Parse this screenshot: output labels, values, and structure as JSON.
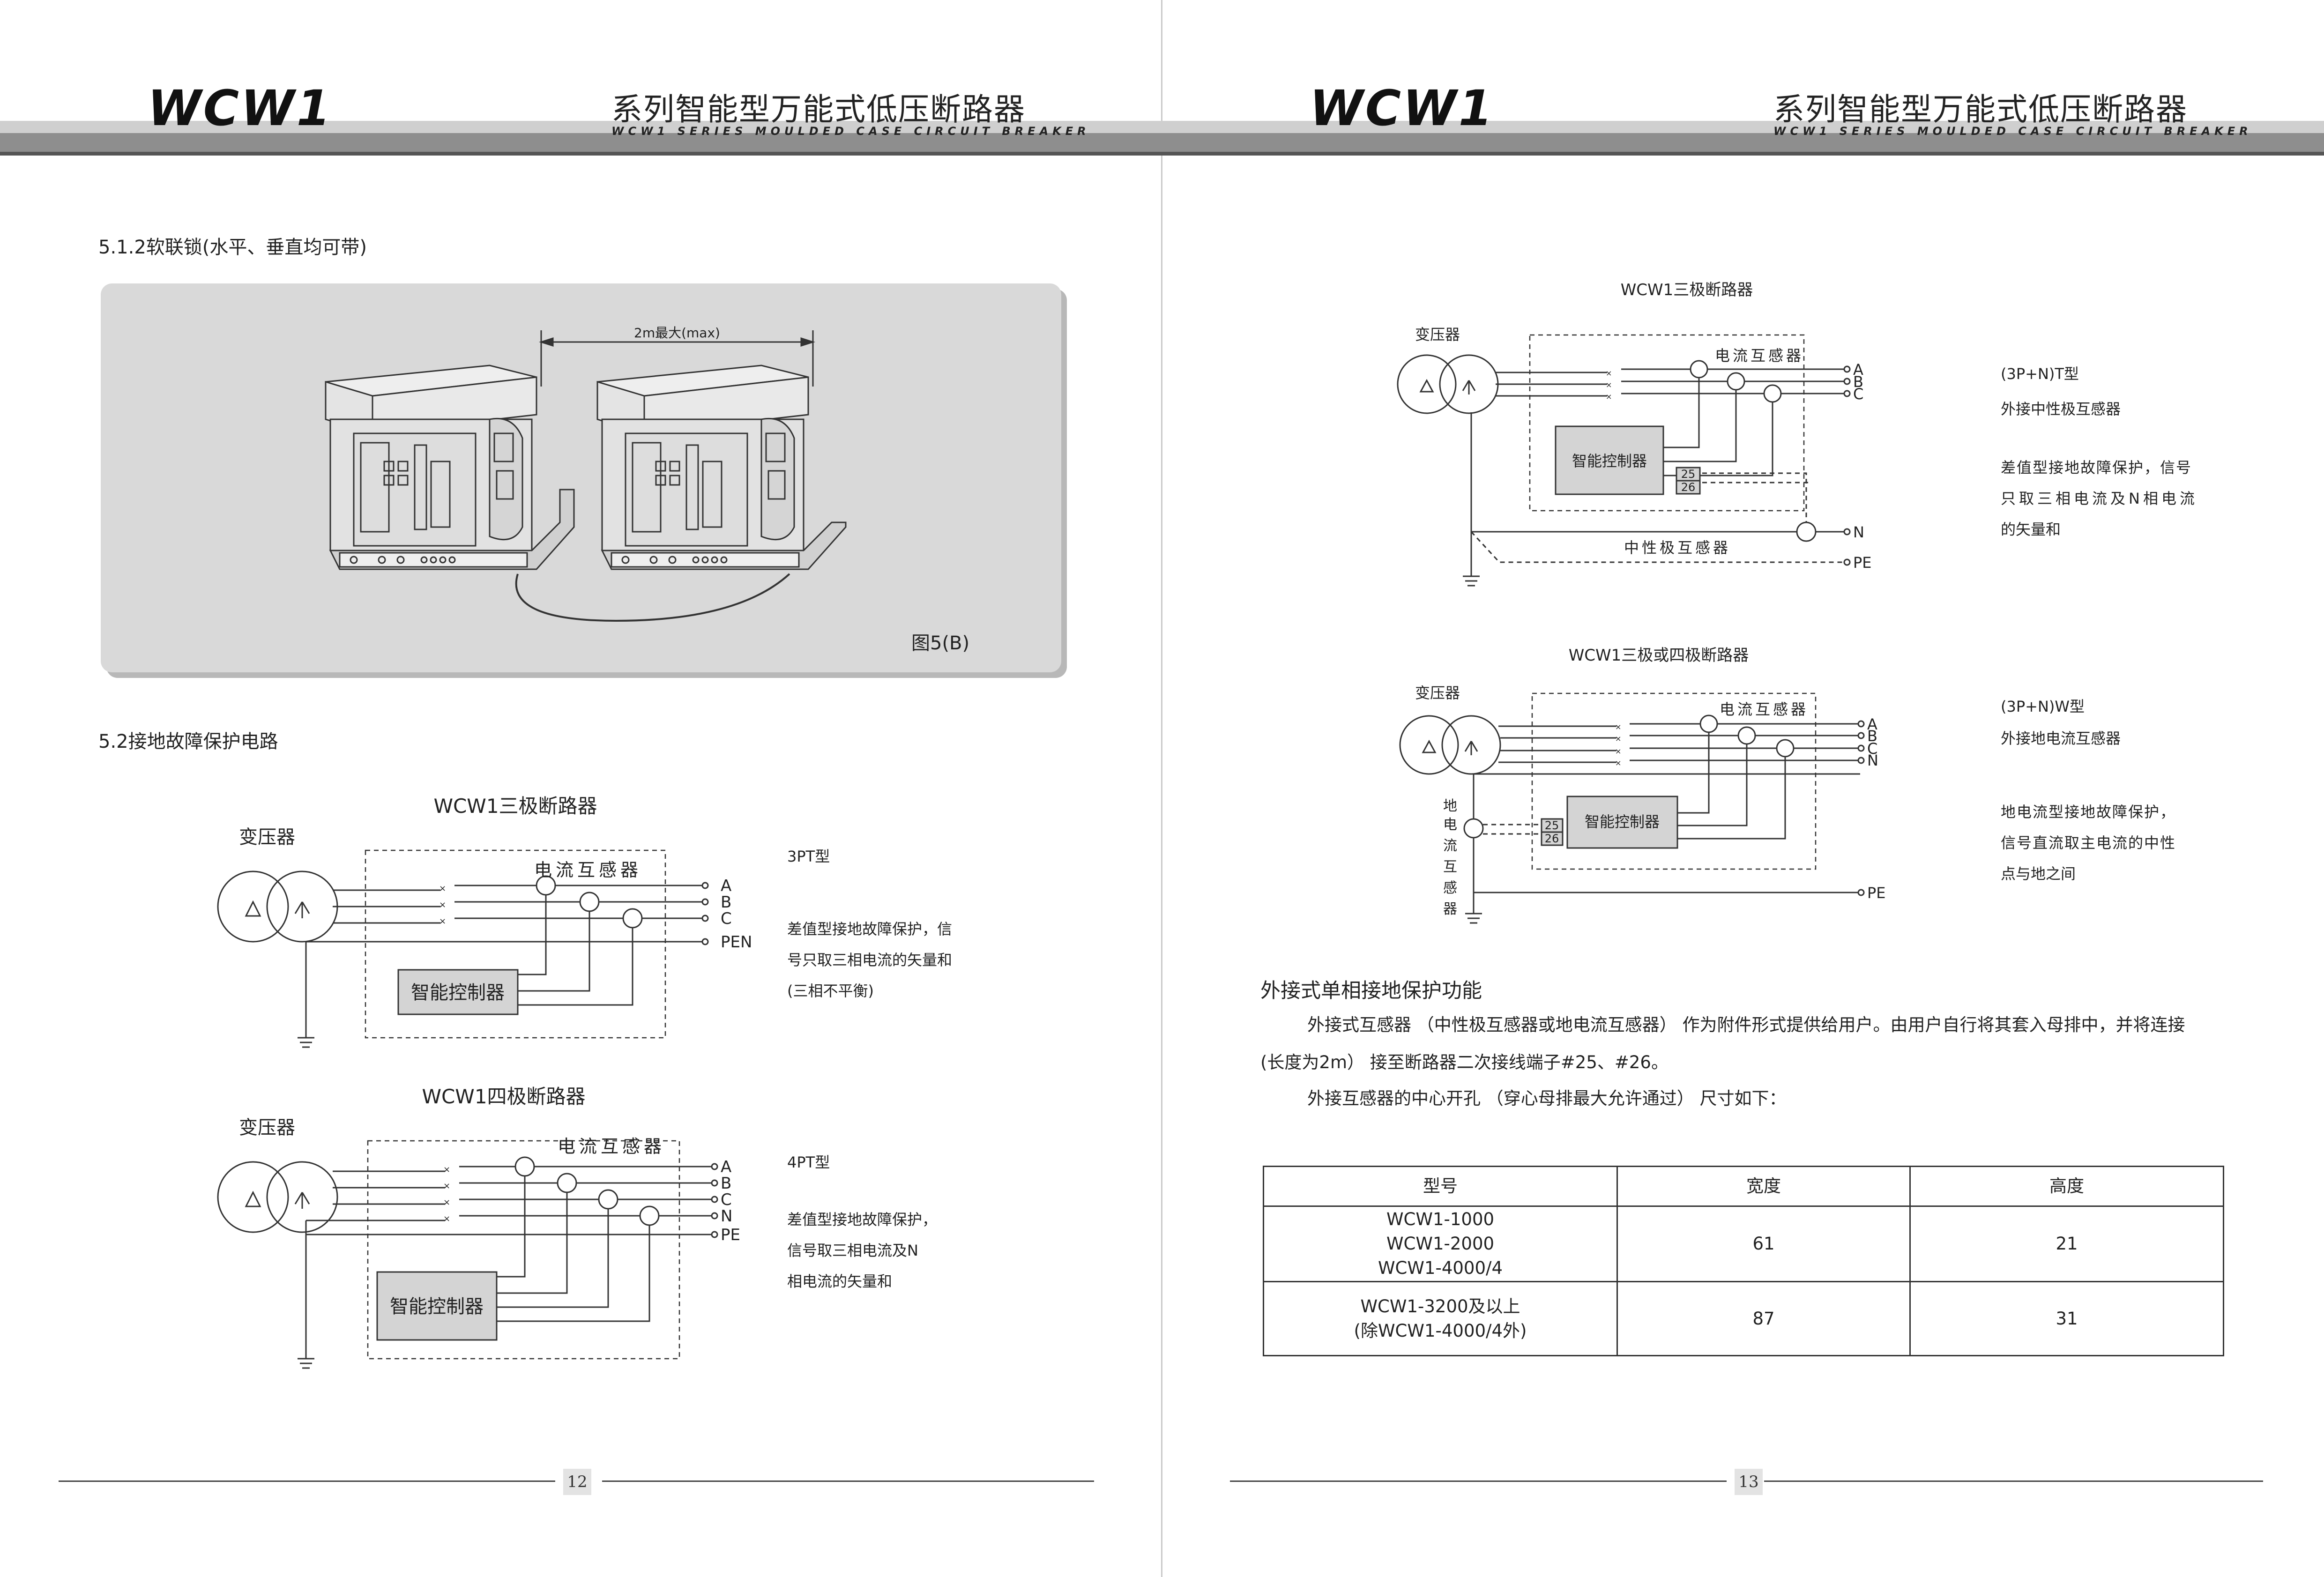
{
  "header": {
    "logo": "WCW1",
    "title": "系列智能型万能式低压断路器",
    "subtitle": "WCW1 SERIES MOULDED CASE CIRCUIT BREAKER"
  },
  "page12": {
    "section_512": "5.1.2软联锁(水平、垂直均可带)",
    "figure_dimension": "2m最大(max)",
    "figure_caption": "图5(B)",
    "section_52": "5.2接地故障保护电路",
    "diagram1": {
      "title": "WCW1三极断路器",
      "transformer": "变压器",
      "ct": "电流互感器",
      "controller": "智能控制器",
      "phases": [
        "A",
        "B",
        "C",
        "PEN"
      ],
      "type": "3PT型",
      "notes": [
        "差值型接地故障保护，信",
        "号只取三相电流的矢量和",
        "(三相不平衡)"
      ]
    },
    "diagram2": {
      "title": "WCW1四极断路器",
      "transformer": "变压器",
      "ct": "电流互感器",
      "controller": "智能控制器",
      "phases": [
        "A",
        "B",
        "C",
        "N",
        "PE"
      ],
      "type": "4PT型",
      "notes": [
        "差值型接地故障保护，",
        "信号取三相电流及N",
        "相电流的矢量和"
      ]
    },
    "page_number": "12"
  },
  "page13": {
    "diagram3": {
      "title": "WCW1三极断路器",
      "transformer": "变压器",
      "ct": "电流互感器",
      "controller": "智能控制器",
      "terminals": [
        "25",
        "26"
      ],
      "phases": [
        "A",
        "B",
        "C",
        "N",
        "PE"
      ],
      "neutral_ct": "中性极互感器",
      "type": "(3P+N)T型",
      "type_desc": "外接中性极互感器",
      "notes": [
        "差值型接地故障保护，信号",
        "只取三相电流及N相电流",
        "的矢量和"
      ]
    },
    "diagram4": {
      "title": "WCW1三极或四极断路器",
      "transformer": "变压器",
      "ct": "电流互感器",
      "controller": "智能控制器",
      "terminals": [
        "25",
        "26"
      ],
      "phases": [
        "A",
        "B",
        "C",
        "N",
        "PE"
      ],
      "ground_ct": [
        "地",
        "电",
        "流",
        "互",
        "感",
        "器"
      ],
      "type": "(3P+N)W型",
      "type_desc": "外接地电流互感器",
      "notes": [
        "地电流型接地故障保护，",
        "信号直流取主电流的中性",
        "点与地之间"
      ]
    },
    "ext_title": "外接式单相接地保护功能",
    "ext_para1": "外接式互感器 （中性极互感器或地电流互感器） 作为附件形式提供给用户。由用户自行将其套入母排中，并将连接",
    "ext_para2": "(长度为2m） 接至断路器二次接线端子#25、#26。",
    "ext_para3": "外接互感器的中心开孔 （穿心母排最大允许通过） 尺寸如下：",
    "table": {
      "headers": [
        "型号",
        "宽度",
        "高度"
      ],
      "rows": [
        {
          "models": [
            "WCW1-1000",
            "WCW1-2000",
            "WCW1-4000/4"
          ],
          "width": "61",
          "height": "21"
        },
        {
          "models": [
            "WCW1-3200及以上",
            "(除WCW1-4000/4外)"
          ],
          "width": "87",
          "height": "31"
        }
      ]
    },
    "page_number": "13"
  }
}
